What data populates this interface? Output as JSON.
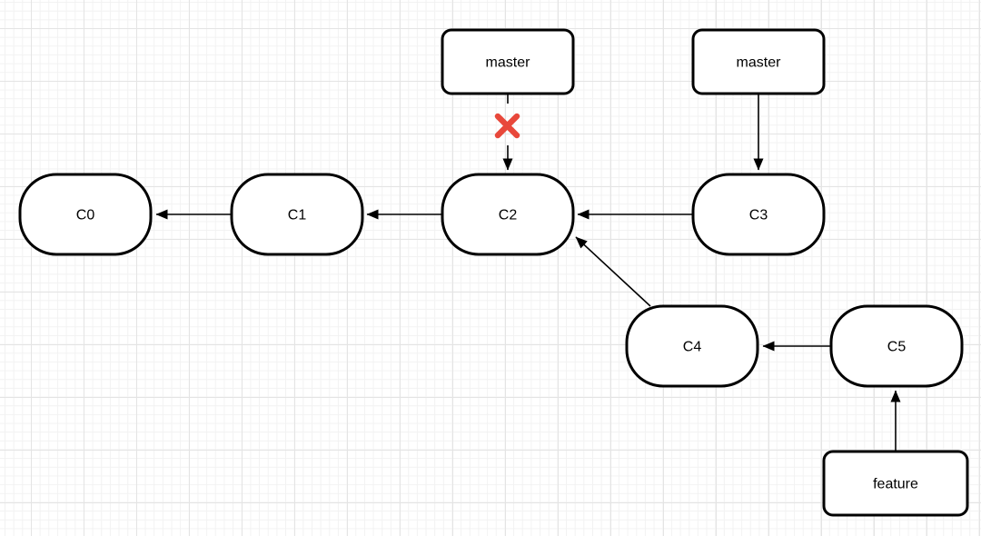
{
  "diagram": {
    "nodes": {
      "c0": {
        "label": "C0"
      },
      "c1": {
        "label": "C1"
      },
      "c2": {
        "label": "C2"
      },
      "c3": {
        "label": "C3"
      },
      "c4": {
        "label": "C4"
      },
      "c5": {
        "label": "C5"
      }
    },
    "branch_labels": {
      "master_left": {
        "label": "master"
      },
      "master_right": {
        "label": "master"
      },
      "feature": {
        "label": "feature"
      }
    },
    "edges": [
      {
        "from": "C1",
        "to": "C0"
      },
      {
        "from": "C2",
        "to": "C1"
      },
      {
        "from": "C3",
        "to": "C2"
      },
      {
        "from": "C4",
        "to": "C2"
      },
      {
        "from": "C5",
        "to": "C4"
      },
      {
        "from": "master_left",
        "to": "C2",
        "crossed_out": true
      },
      {
        "from": "master_right",
        "to": "C3"
      },
      {
        "from": "feature",
        "to": "C5"
      }
    ],
    "colors": {
      "shape_stroke": "#000000",
      "shape_fill": "#ffffff",
      "arrow": "#000000",
      "cross_red": "#e8483b",
      "grid_minor": "#f2f2f2",
      "grid_major": "#e4e4e4",
      "canvas_background": "#ffffff"
    }
  }
}
